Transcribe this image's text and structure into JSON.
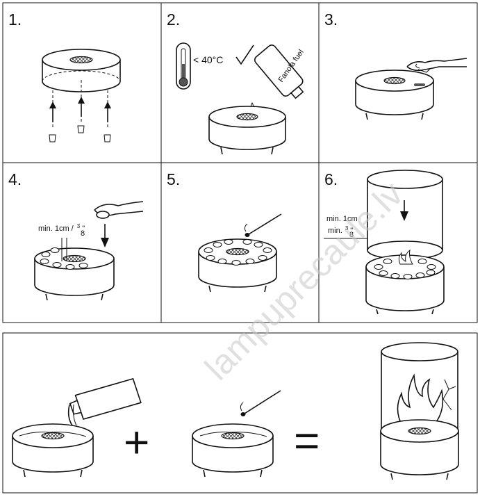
{
  "steps": [
    {
      "number": "1."
    },
    {
      "number": "2.",
      "temperature": "< 40°C",
      "bottle_label": "Fanola fuel"
    },
    {
      "number": "3."
    },
    {
      "number": "4.",
      "distance_cm": "min. 1cm / ",
      "frac_num": "3",
      "frac_den": "8",
      "inch": "\""
    },
    {
      "number": "5."
    },
    {
      "number": "6.",
      "distance_line1": "min. 1cm",
      "distance_line2": "min. ",
      "frac_num": "3",
      "frac_den": "8",
      "inch": "\""
    }
  ],
  "summary": {
    "plus": "+",
    "equals": "="
  },
  "watermark": "lampuprecaule.lv"
}
